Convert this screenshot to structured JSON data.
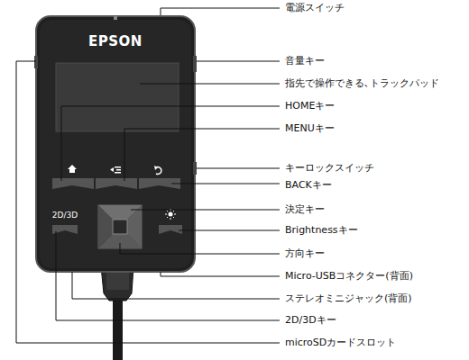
{
  "diagram": {
    "labels": [
      "EPSON",
      "2D/3D",
      "電源スイッチ",
      "音量キー",
      "指先で操作できる､トラックパッド",
      "HOMEキー",
      "MENUキー",
      "キーロックスイッチ",
      "BACKキー",
      "決定キー",
      "Brightnessキー",
      "方向キー",
      "Micro-USBコネクター(背面)",
      "ステレオミニジャック(背面)",
      "2D/3Dキー",
      "microSDカードスロット"
    ]
  }
}
